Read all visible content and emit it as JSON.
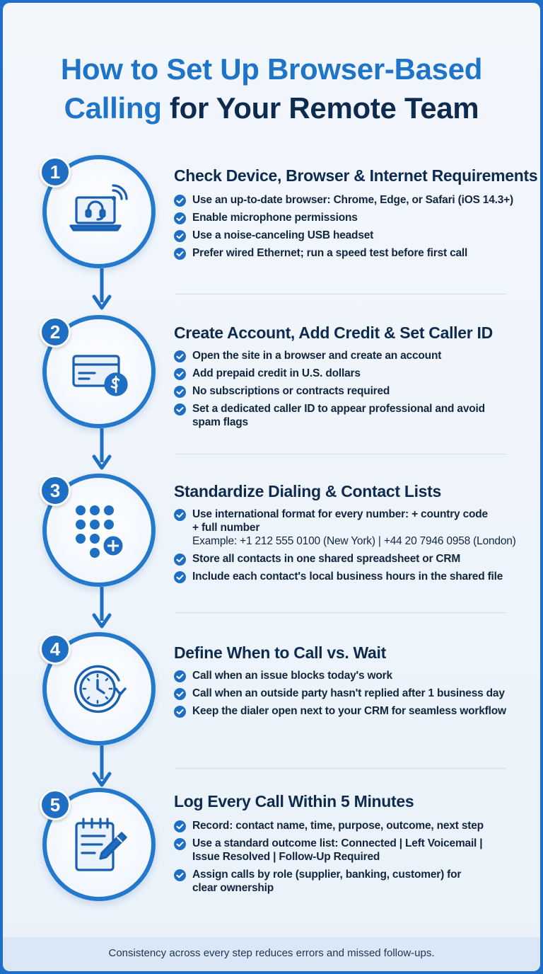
{
  "title": {
    "line1": "How to Set Up Browser-Based",
    "line2_highlight": "Calling",
    "line2_rest": " for Your Remote Team"
  },
  "colors": {
    "accent": "#1e74c8",
    "dark": "#0d2b4e",
    "ring": "#2479cd"
  },
  "steps": [
    {
      "number": "1",
      "icon": "laptop-headset-wifi-icon",
      "heading": "Check Device, Browser & Internet Requirements",
      "items": [
        {
          "text": "Use an up-to-date browser: Chrome, Edge, or Safari (iOS 14.3+)"
        },
        {
          "text": "Enable microphone permissions"
        },
        {
          "text": "Use a noise-canceling USB headset"
        },
        {
          "text": "Prefer wired Ethernet; run a speed test before first call"
        }
      ]
    },
    {
      "number": "2",
      "icon": "credit-card-dollar-icon",
      "heading": "Create Account, Add Credit & Set Caller ID",
      "items": [
        {
          "text": "Open the site in a browser and create an account"
        },
        {
          "text": "Add prepaid credit in U.S. dollars"
        },
        {
          "text": "No subscriptions or contracts required"
        },
        {
          "text": "Set a dedicated caller ID to appear professional and avoid spam flags"
        }
      ]
    },
    {
      "number": "3",
      "icon": "keypad-plus-icon",
      "heading": "Standardize Dialing & Contact Lists",
      "items": [
        {
          "text": "Use international format for every number: + country code + full number",
          "sub": "Example: +1 212 555 0100 (New York) | +44 20 7946 0958 (London)"
        },
        {
          "text": "Store all contacts in one shared spreadsheet or CRM"
        },
        {
          "text": "Include each contact's local business hours in the shared file"
        }
      ]
    },
    {
      "number": "4",
      "icon": "clock-refresh-icon",
      "heading": "Define When to Call vs. Wait",
      "items": [
        {
          "text": "Call when an issue blocks today's work"
        },
        {
          "text": "Call when an outside party hasn't replied after 1 business day"
        },
        {
          "text": "Keep the dialer open next to your CRM for seamless workflow"
        }
      ]
    },
    {
      "number": "5",
      "icon": "notepad-pencil-icon",
      "heading": "Log Every Call Within 5 Minutes",
      "items": [
        {
          "text": "Record: contact name, time, purpose, outcome, next step"
        },
        {
          "text": "Use a standard outcome list: Connected | Left Voicemail | Issue Resolved | Follow-Up Required"
        },
        {
          "text": "Assign calls by role (supplier, banking, customer) for clear ownership"
        }
      ]
    }
  ],
  "footer": "Consistency across every step reduces errors and missed follow-ups."
}
